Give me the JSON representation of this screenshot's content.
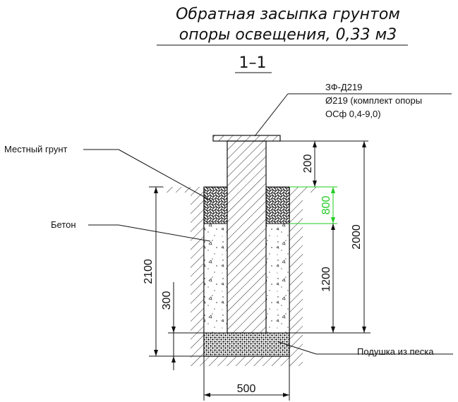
{
  "title": {
    "line1": "Обратная засыпка грунтом",
    "line2": "опоры освещения, 0,33 м3"
  },
  "section_label": "1–1",
  "callouts": {
    "pole_code": "ЗФ-Д219",
    "pole_desc1": "Ø219 (комплект опоры",
    "pole_desc2": "ОСф 0,4-9,0)",
    "local_soil": "Местный грунт",
    "concrete": "Бетон",
    "sand_cushion": "Подушка из песка"
  },
  "dimensions": {
    "d200": "200",
    "d800": "800",
    "d1200": "1200",
    "d2000": "2000",
    "d2100": "2100",
    "d300": "300",
    "d500": "500"
  },
  "colors": {
    "line": "#111111",
    "highlight": "#22cc22"
  }
}
